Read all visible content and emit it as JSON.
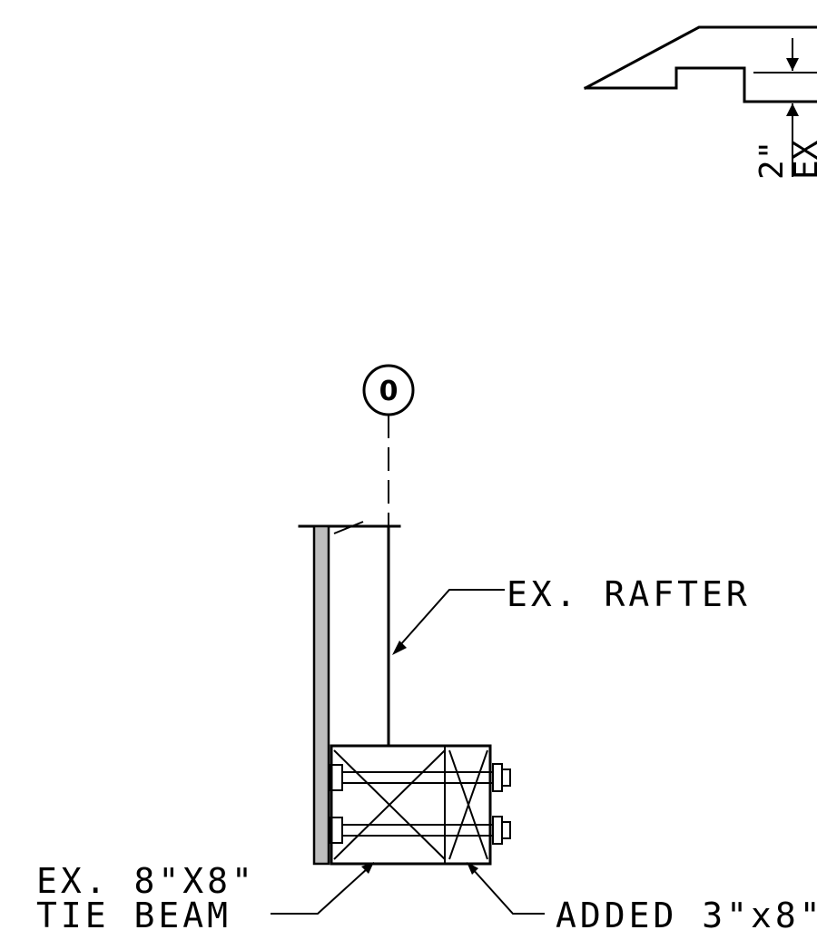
{
  "grid": {
    "bubble_label": "0"
  },
  "labels": {
    "rafter": "EX. RAFTER",
    "tie_beam_line1": "EX. 8\"X8\"",
    "tie_beam_line2": "TIE BEAM",
    "added": "ADDED 3\"x8\"",
    "dim_2in": "2\"",
    "ex_partial": "EX"
  }
}
